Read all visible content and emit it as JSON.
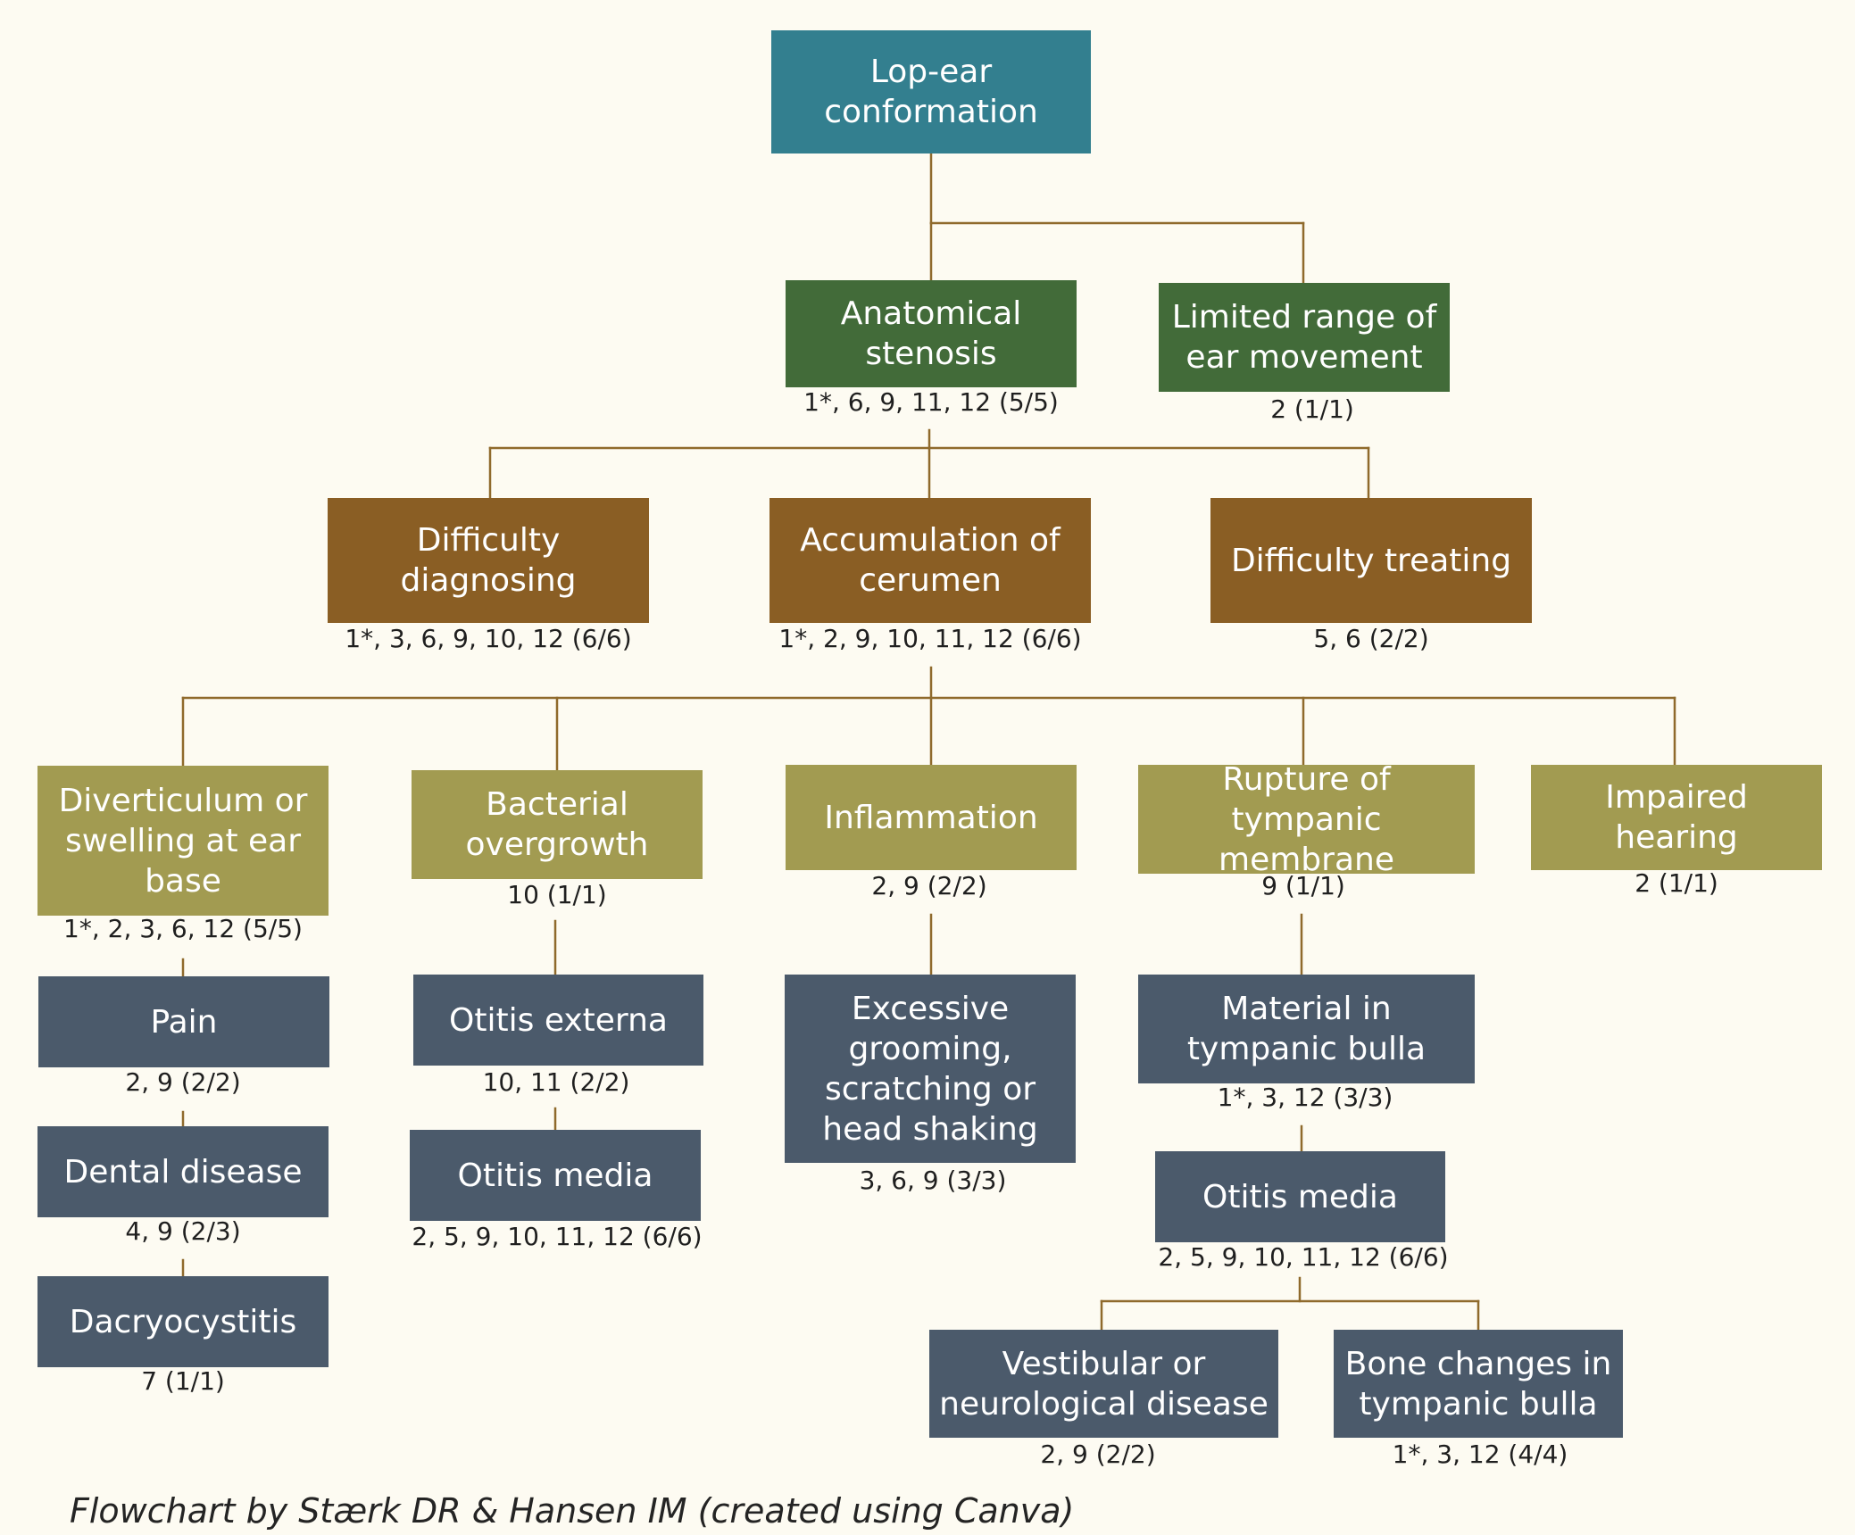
{
  "diagram": {
    "nodes": {
      "root": {
        "label": "Lop-ear conformation"
      },
      "anatomical_stenosis": {
        "label": "Anatomical stenosis",
        "refs": "1*, 6, 9, 11, 12 (5/5)"
      },
      "limited_range": {
        "label": "Limited range of ear movement",
        "refs": "2 (1/1)"
      },
      "difficulty_diagnosing": {
        "label": "Difficulty diagnosing",
        "refs": "1*, 3, 6, 9, 10, 12 (6/6)"
      },
      "accumulation_cerumen": {
        "label": "Accumulation of cerumen",
        "refs": "1*, 2, 9, 10, 11, 12 (6/6)"
      },
      "difficulty_treating": {
        "label": "Difficulty treating",
        "refs": "5, 6 (2/2)"
      },
      "diverticulum": {
        "label": "Diverticulum or swelling at ear base",
        "refs": "1*, 2, 3, 6, 12 (5/5)"
      },
      "bacterial_overgrowth": {
        "label": "Bacterial overgrowth",
        "refs": "10 (1/1)"
      },
      "inflammation": {
        "label": "Inflammation",
        "refs": "2, 9 (2/2)"
      },
      "rupture_tympanic": {
        "label": "Rupture of tympanic membrane",
        "refs": "9 (1/1)"
      },
      "impaired_hearing": {
        "label": "Impaired hearing",
        "refs": "2 (1/1)"
      },
      "pain": {
        "label": "Pain",
        "refs": "2, 9 (2/2)"
      },
      "dental_disease": {
        "label": "Dental disease",
        "refs": "4, 9 (2/3)"
      },
      "dacryocystitis": {
        "label": "Dacryocystitis",
        "refs": "7 (1/1)"
      },
      "otitis_externa": {
        "label": "Otitis externa",
        "refs": "10, 11 (2/2)"
      },
      "otitis_media_left": {
        "label": "Otitis media",
        "refs": "2, 5, 9, 10, 11, 12 (6/6)"
      },
      "excessive_grooming": {
        "label": "Excessive grooming, scratching or head shaking",
        "refs": "3, 6, 9 (3/3)"
      },
      "material_tympanic": {
        "label": "Material in tympanic bulla",
        "refs": "1*, 3, 12 (3/3)"
      },
      "otitis_media_right": {
        "label": "Otitis media",
        "refs": "2, 5, 9, 10, 11, 12 (6/6)"
      },
      "vestibular": {
        "label": "Vestibular or neurological disease",
        "refs": "2, 9 (2/2)"
      },
      "bone_changes": {
        "label": "Bone changes in tympanic bulla",
        "refs": "1*, 3, 12 (4/4)"
      }
    },
    "colors": {
      "root": "#337f8f",
      "level1": "#426b39",
      "level2": "#8a5e24",
      "level3": "#a29b51",
      "level4": "#4b5a6b",
      "connector": "#8f6a2c"
    },
    "caption": "Flowchart by Stærk DR & Hansen IM (created using Canva)"
  }
}
